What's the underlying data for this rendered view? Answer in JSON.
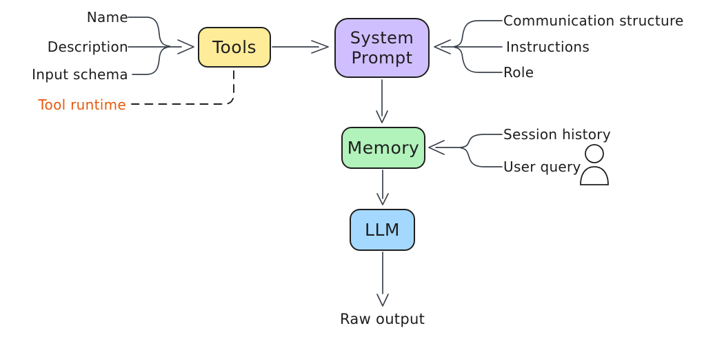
{
  "colors": {
    "tools_fill": "#ffec99",
    "system_prompt_fill": "#d0bfff",
    "memory_fill": "#b2f2bb",
    "llm_fill": "#a5d8ff",
    "node_border": "#1e1e1e",
    "connector": "#39414b",
    "accent_orange": "#e8590c"
  },
  "nodes": {
    "tools": "Tools",
    "system_prompt": "System Prompt",
    "memory": "Memory",
    "llm": "LLM"
  },
  "annotations": {
    "tools_inputs": [
      "Name",
      "Description",
      "Input schema"
    ],
    "tool_runtime": "Tool runtime",
    "system_prompt_inputs": [
      "Communication structure",
      "Instructions",
      "Role"
    ],
    "memory_inputs": [
      "Session history",
      "User query"
    ],
    "output": "Raw output"
  },
  "icons": {
    "user_query": "user-icon"
  }
}
